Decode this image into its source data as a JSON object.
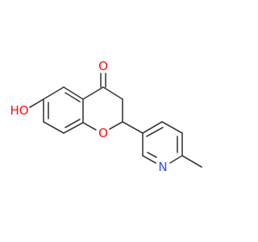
{
  "molecule": {
    "atoms": {
      "hydroxyl_oxygen": "HO",
      "carbonyl_oxygen": "O",
      "ring_oxygen": "O",
      "pyridine_nitrogen": "N"
    },
    "colors": {
      "bond": "#3a3a3a",
      "oxygen": "#ff0d0d",
      "nitrogen": "#3050f8"
    }
  }
}
